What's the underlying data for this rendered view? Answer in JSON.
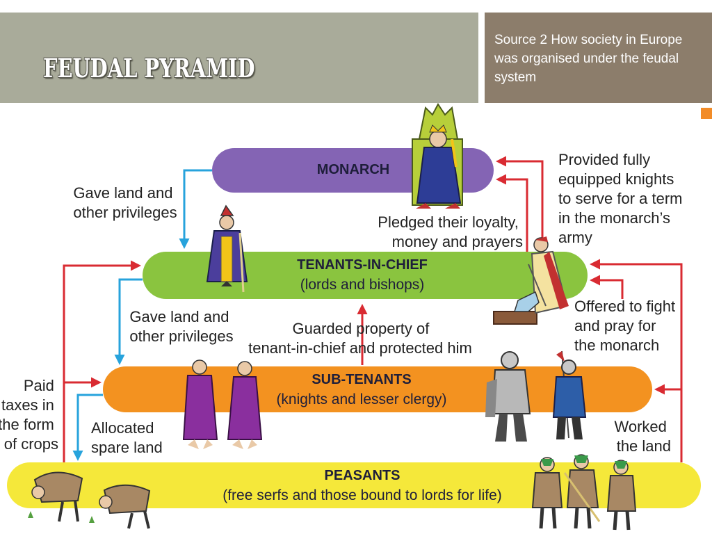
{
  "slide": {
    "title": "FEUDAL PYRAMID",
    "caption": "Source 2 How society in Europe was organised under the feudal system",
    "accent_color": "#f28c28"
  },
  "tiers": {
    "monarch": {
      "title": "MONARCH",
      "subtitle": "",
      "color": "#8464b4"
    },
    "tenants": {
      "title": "TENANTS-IN-CHIEF",
      "subtitle": "(lords and bishops)",
      "color": "#8ac43f"
    },
    "subtenants": {
      "title": "SUB-TENANTS",
      "subtitle": "(knights and lesser clergy)",
      "color": "#f39220"
    },
    "peasants": {
      "title": "PEASANTS",
      "subtitle": "(free serfs and those bound to lords for life)",
      "color": "#f5e83a"
    }
  },
  "annotations": {
    "gave_land_1": [
      "Gave land and",
      "other privileges"
    ],
    "pledged": [
      "Pledged their loyalty,",
      "money and prayers"
    ],
    "provided": [
      "Provided fully",
      "equipped knights",
      "to serve for a term",
      "in the monarch’s",
      "army"
    ],
    "gave_land_2": [
      "Gave land and",
      "other privileges"
    ],
    "guarded": [
      "Guarded property of",
      "tenant-in-chief and protected him"
    ],
    "offered": [
      "Offered to fight",
      "and pray for",
      "the monarch"
    ],
    "paid": [
      "Paid",
      "taxes in",
      "the form",
      "of crops"
    ],
    "allocated": [
      "Allocated",
      "spare land"
    ],
    "worked": [
      "Worked",
      "the land"
    ]
  },
  "arrow_colors": {
    "down": "#27a3dc",
    "up": "#d92b32"
  },
  "figure_icons": [
    "king-on-throne-icon",
    "bishop-icon",
    "lord-kneeling-icon",
    "monk-icon",
    "monk-icon",
    "knight-icon",
    "knight-with-flag-icon",
    "peasant-bending-icon",
    "peasant-bending-icon",
    "peasant-icon",
    "peasant-icon",
    "peasant-icon"
  ]
}
